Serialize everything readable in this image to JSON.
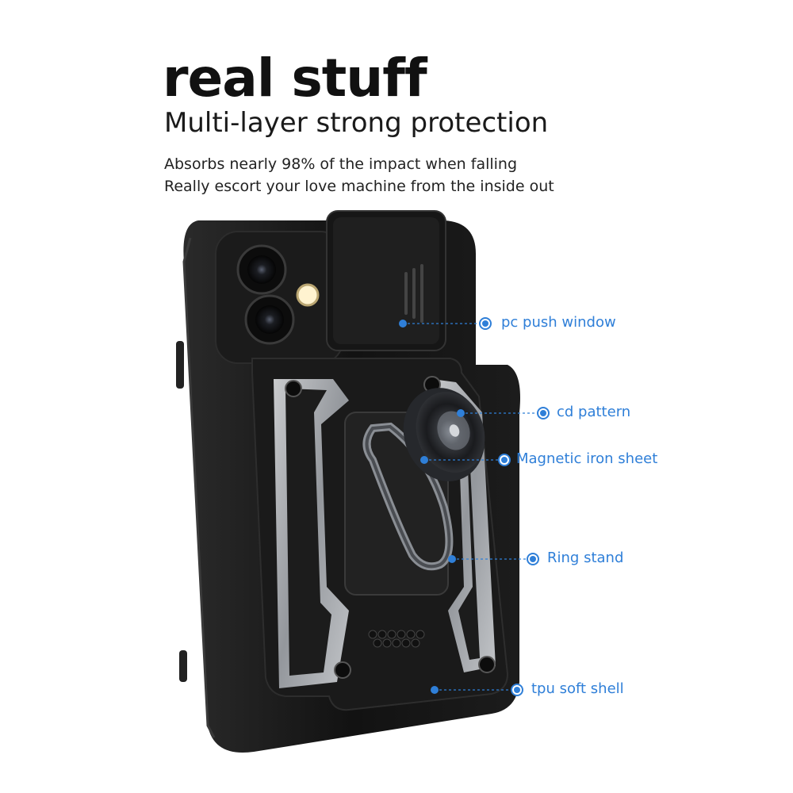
{
  "headline": "real stuff",
  "subheadline": "Multi-layer strong protection",
  "taglines": [
    "Absorbs nearly 98% of the impact when falling",
    "Really escort your love machine from the inside out"
  ],
  "callouts": [
    {
      "label": "pc push window"
    },
    {
      "label": "cd pattern"
    },
    {
      "label": "Magnetic iron sheet"
    },
    {
      "label": "Ring stand"
    },
    {
      "label": "tpu soft shell"
    }
  ],
  "colors": {
    "accent": "#2f7fd8",
    "case_black": "#141414",
    "armor_silver": "#c9ccd1",
    "text": "#111111"
  }
}
